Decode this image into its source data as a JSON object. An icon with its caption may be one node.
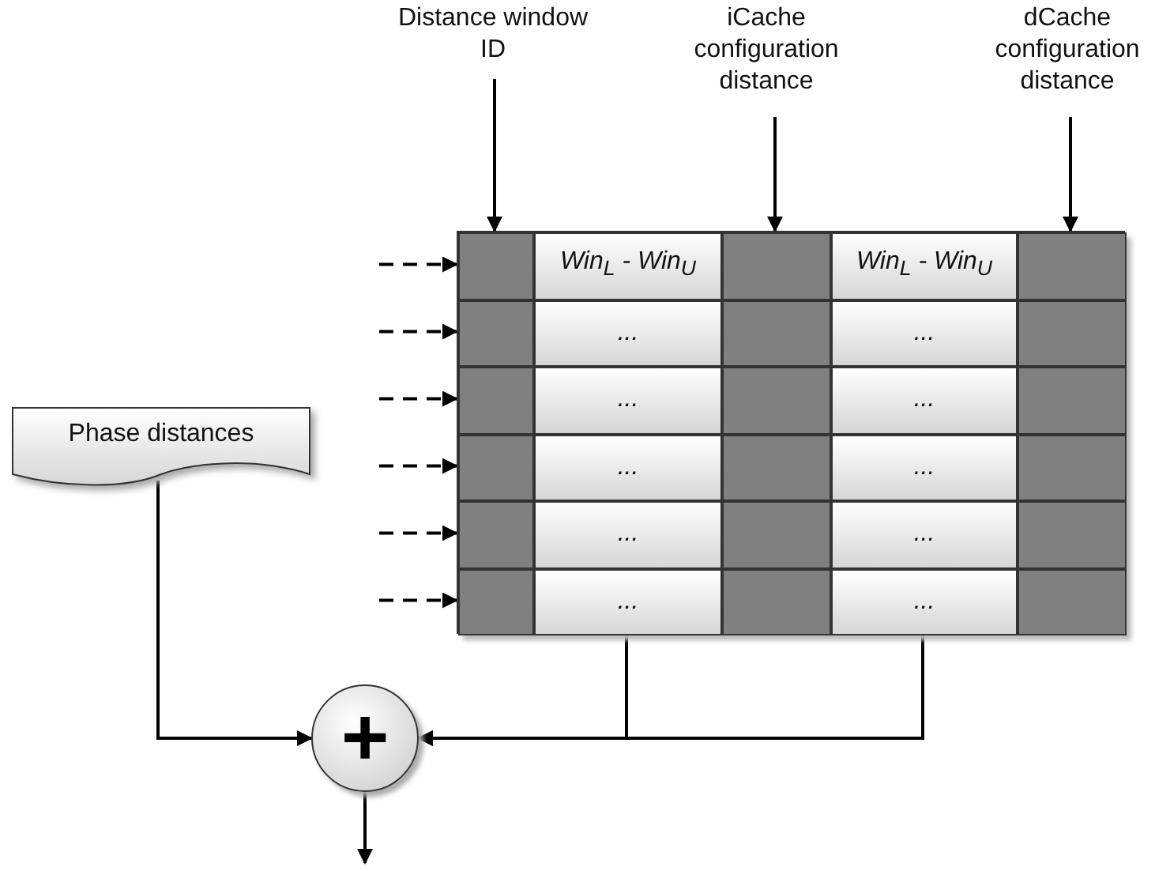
{
  "diagram": {
    "nodes": [
      {
        "text": [
          "Distance window ID"
        ]
      },
      {
        "text": [
          "iCache configuration distance"
        ]
      },
      {
        "text": [
          "dCache configuration distance"
        ]
      },
      {
        "text": [],
        "shape": "box"
      },
      {
        "text": [],
        "shape": "box",
        "in": 3
      },
      {
        "text": [
          "Win$_{L}$ - Win$_{U}$"
        ],
        "in": 3
      },
      {
        "text": [],
        "shape": "box",
        "in": 3
      },
      {
        "text": [
          "Win$_{L}$ - Win$_{U}$"
        ],
        "in": 3
      },
      {
        "text": [],
        "shape": "box",
        "in": 3
      },
      {
        "text": [],
        "shape": "box",
        "in": 3
      },
      {
        "text": [
          "..."
        ],
        "in": 3
      },
      {
        "text": [],
        "shape": "box",
        "in": 3
      },
      {
        "text": [
          "..."
        ],
        "in": 3
      },
      {
        "text": [],
        "shape": "box",
        "in": 3
      },
      {
        "text": [],
        "shape": "box",
        "in": 3
      },
      {
        "text": [
          "..."
        ],
        "in": 3
      },
      {
        "text": [],
        "shape": "box",
        "in": 3
      },
      {
        "text": [
          "..."
        ],
        "in": 3
      },
      {
        "text": [],
        "shape": "box",
        "in": 3
      },
      {
        "text": [],
        "shape": "box",
        "in": 3
      },
      {
        "text": [
          "..."
        ],
        "in": 3
      },
      {
        "text": [],
        "shape": "box",
        "in": 3
      },
      {
        "text": [
          "..."
        ],
        "in": 3
      },
      {
        "text": [],
        "shape": "box",
        "in": 3
      },
      {
        "text": [],
        "shape": "box",
        "in": 3
      },
      {
        "text": [
          "..."
        ],
        "in": 3
      },
      {
        "text": [],
        "shape": "box",
        "in": 3
      },
      {
        "text": [
          "..."
        ],
        "in": 3
      },
      {
        "text": [],
        "shape": "box",
        "in": 3
      },
      {
        "text": [],
        "shape": "box",
        "in": 3
      },
      {
        "text": [
          "..."
        ],
        "in": 3
      },
      {
        "text": [],
        "shape": "box",
        "in": 3
      },
      {
        "text": [
          "..."
        ],
        "in": 3
      },
      {
        "text": [],
        "shape": "box",
        "in": 3
      },
      {
        "text": [
          "Phase distances"
        ]
      },
      {
        "text": [
          "+"
        ]
      }
    ],
    "edges": [
      {
        "from": 0,
        "to": 4,
        "arrow": "to"
      },
      {
        "from": 1,
        "to": 6,
        "arrow": "to"
      },
      {
        "from": 2,
        "to": 8,
        "arrow": "to"
      },
      {
        "from": null,
        "to": 4,
        "arrow": "to",
        "style": "dashed"
      },
      {
        "from": null,
        "to": 9,
        "arrow": "to",
        "style": "dashed"
      },
      {
        "from": null,
        "to": 14,
        "arrow": "to",
        "style": "dashed"
      },
      {
        "from": null,
        "to": 19,
        "arrow": "to",
        "style": "dashed"
      },
      {
        "from": null,
        "to": 24,
        "arrow": "to",
        "style": "dashed"
      },
      {
        "from": null,
        "to": 29,
        "arrow": "to",
        "style": "dashed"
      },
      {
        "from": 34,
        "to": 35,
        "arrow": "to"
      },
      {
        "from": 30,
        "to": 35,
        "arrow": "to"
      },
      {
        "from": 32,
        "to": 35,
        "arrow": "to"
      },
      {
        "from": 35,
        "to": null,
        "arrow": "to"
      }
    ]
  }
}
